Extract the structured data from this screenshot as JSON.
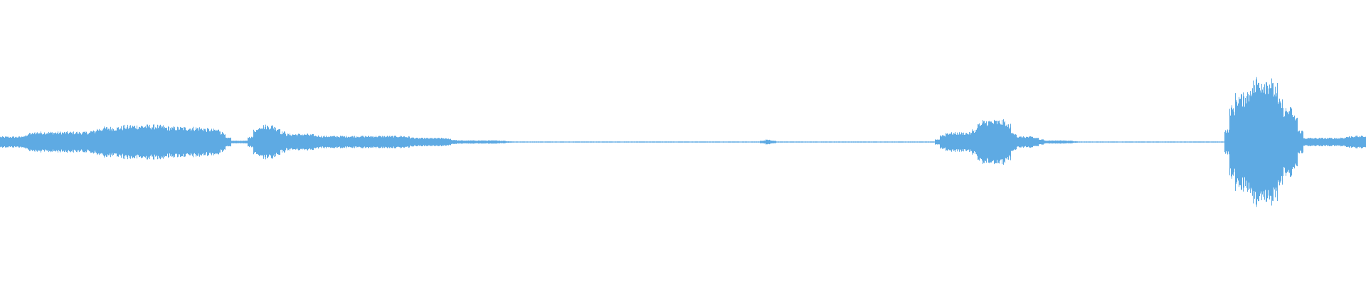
{
  "waveform": {
    "color": "#5eaae3",
    "background": "#ffffff",
    "segments": [
      {
        "start": 0.0,
        "end": 0.02,
        "amp": 0.04
      },
      {
        "start": 0.02,
        "end": 0.07,
        "amp": 0.075
      },
      {
        "start": 0.07,
        "end": 0.09,
        "amp": 0.11
      },
      {
        "start": 0.09,
        "end": 0.12,
        "amp": 0.125
      },
      {
        "start": 0.12,
        "end": 0.15,
        "amp": 0.11
      },
      {
        "start": 0.15,
        "end": 0.165,
        "amp": 0.095
      },
      {
        "start": 0.165,
        "end": 0.185,
        "amp": 0.01
      },
      {
        "start": 0.185,
        "end": 0.205,
        "amp": 0.125
      },
      {
        "start": 0.205,
        "end": 0.23,
        "amp": 0.06
      },
      {
        "start": 0.23,
        "end": 0.3,
        "amp": 0.045
      },
      {
        "start": 0.3,
        "end": 0.33,
        "amp": 0.03
      },
      {
        "start": 0.33,
        "end": 0.37,
        "amp": 0.012
      },
      {
        "start": 0.37,
        "end": 0.56,
        "amp": 0.004
      },
      {
        "start": 0.56,
        "end": 0.564,
        "amp": 0.03
      },
      {
        "start": 0.564,
        "end": 0.688,
        "amp": 0.004
      },
      {
        "start": 0.688,
        "end": 0.715,
        "amp": 0.07
      },
      {
        "start": 0.715,
        "end": 0.74,
        "amp": 0.16
      },
      {
        "start": 0.74,
        "end": 0.76,
        "amp": 0.04
      },
      {
        "start": 0.76,
        "end": 0.785,
        "amp": 0.012
      },
      {
        "start": 0.785,
        "end": 0.9,
        "amp": 0.004
      },
      {
        "start": 0.9,
        "end": 0.915,
        "amp": 0.35
      },
      {
        "start": 0.915,
        "end": 0.935,
        "amp": 0.48
      },
      {
        "start": 0.935,
        "end": 0.95,
        "amp": 0.25
      },
      {
        "start": 0.95,
        "end": 0.985,
        "amp": 0.03
      },
      {
        "start": 0.985,
        "end": 1.0,
        "amp": 0.045
      }
    ]
  }
}
